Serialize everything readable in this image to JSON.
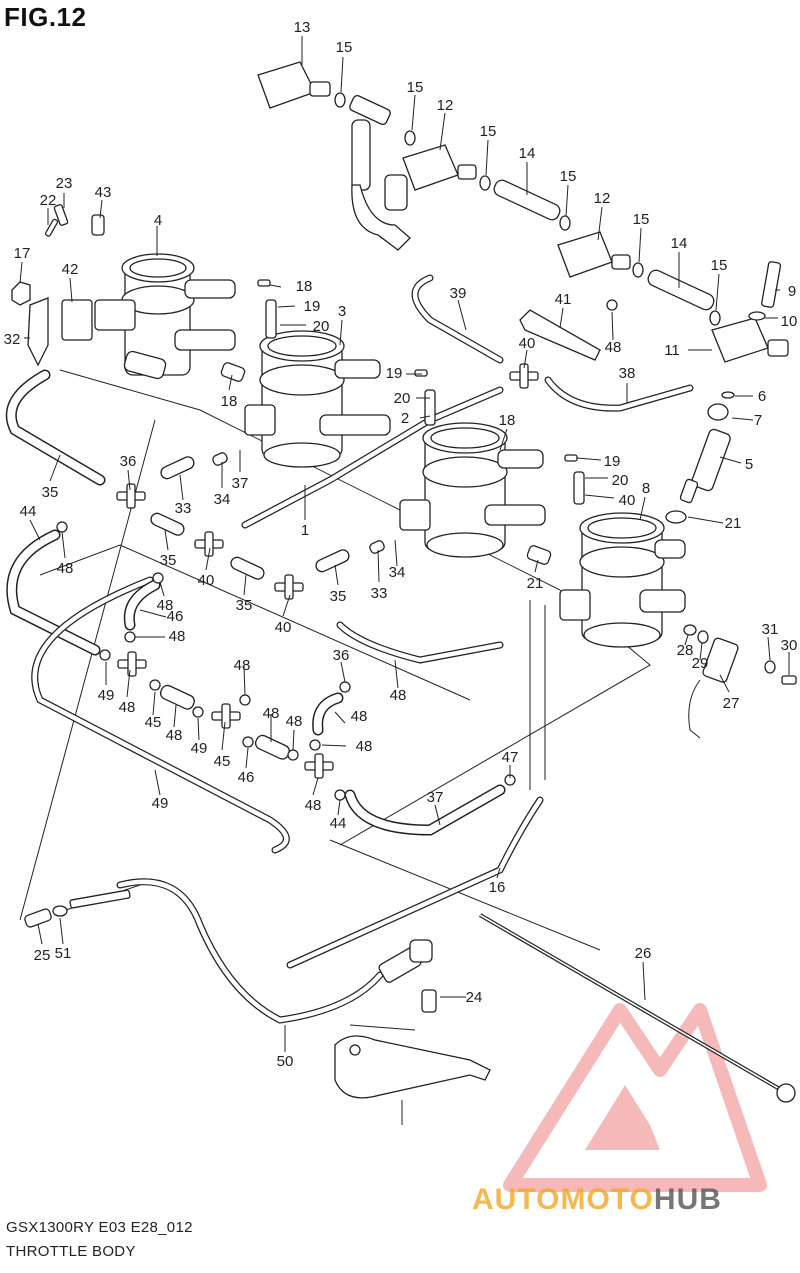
{
  "figure": {
    "title": "FIG.12",
    "code": "GSX1300RY E03 E28_012",
    "name": "THROTTLE BODY"
  },
  "watermark": {
    "brand_part1": "AUTOMOTO",
    "brand_part2": "HUB",
    "colors": {
      "logo": "#f08080",
      "text_orange": "#f5a623",
      "text_grey": "#555555"
    }
  },
  "callouts": [
    "13",
    "15",
    "15",
    "12",
    "15",
    "14",
    "15",
    "12",
    "15",
    "14",
    "15",
    "9",
    "10",
    "11",
    "23",
    "22",
    "43",
    "4",
    "17",
    "42",
    "32",
    "18",
    "19",
    "20",
    "3",
    "39",
    "41",
    "48",
    "40",
    "38",
    "6",
    "7",
    "5",
    "21",
    "18",
    "19",
    "20",
    "2",
    "18",
    "19",
    "20",
    "40",
    "36",
    "35",
    "33",
    "34",
    "37",
    "1",
    "8",
    "44",
    "48",
    "35",
    "40",
    "48",
    "46",
    "48",
    "35",
    "40",
    "34",
    "21",
    "33",
    "35",
    "31",
    "30",
    "28",
    "29",
    "27",
    "48",
    "49",
    "48",
    "45",
    "48",
    "49",
    "45",
    "48",
    "46",
    "48",
    "48",
    "48",
    "36",
    "48",
    "47",
    "49",
    "48",
    "44",
    "37",
    "16",
    "26",
    "25",
    "51",
    "24",
    "50"
  ]
}
